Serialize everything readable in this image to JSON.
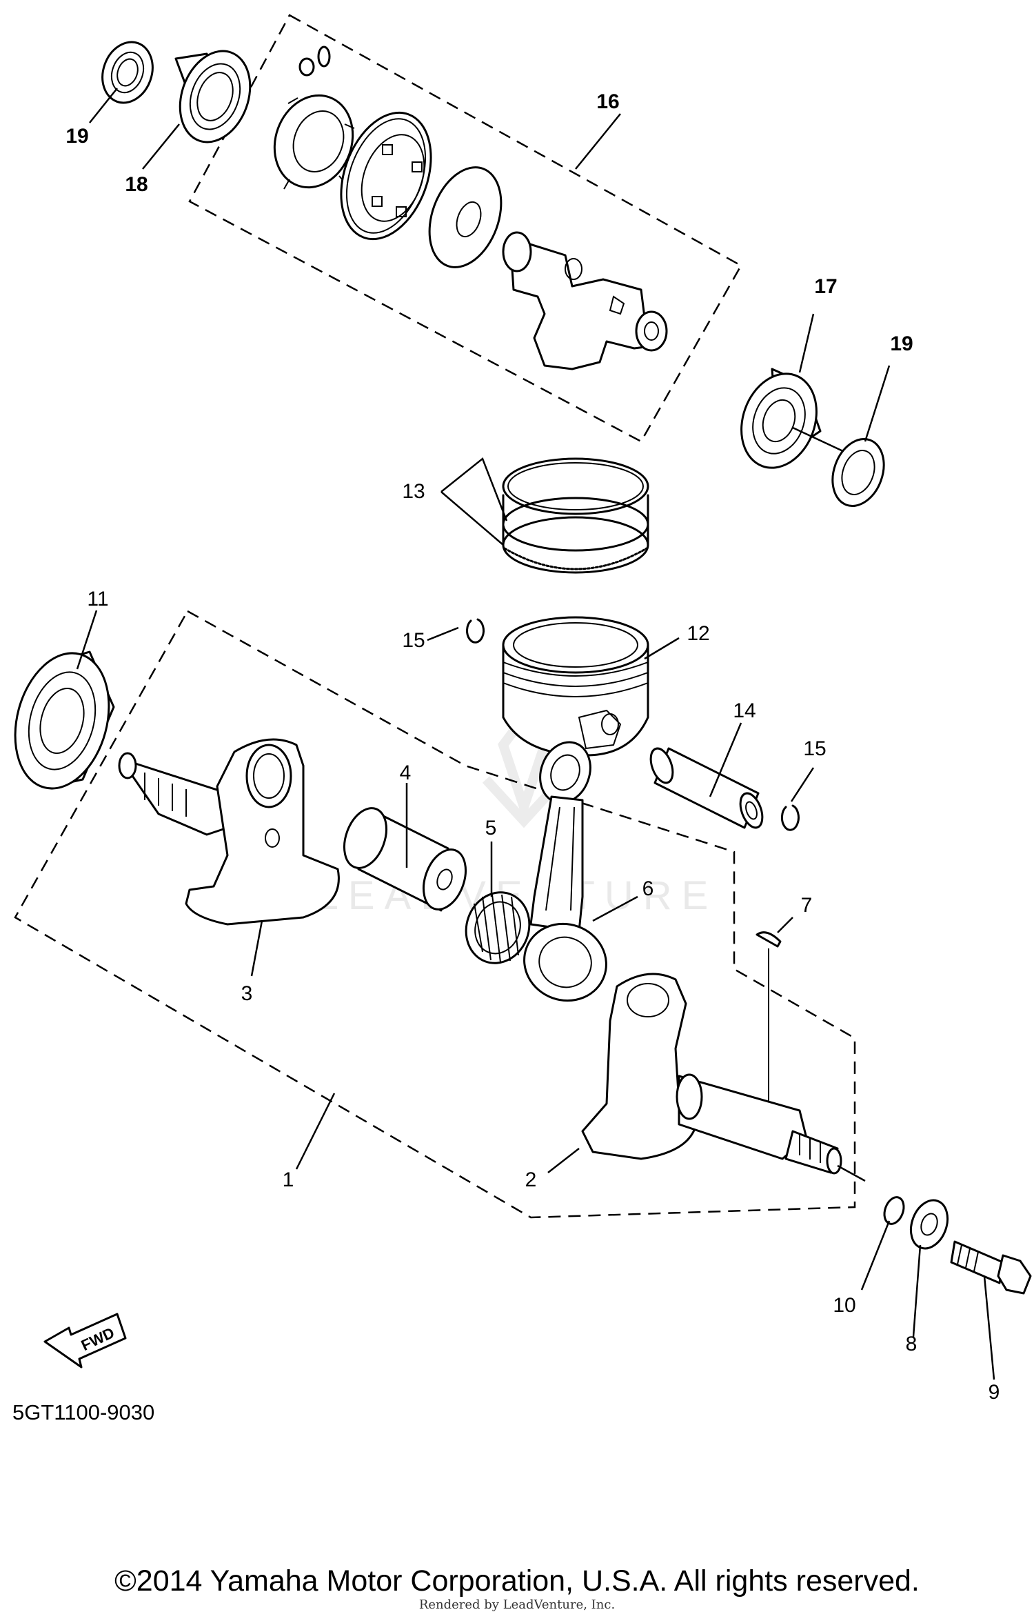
{
  "diagram": {
    "code": "5GT1100-9030",
    "fwd_label": "FWD",
    "watermark": "LEADVENTURE",
    "callouts": [
      {
        "id": "c1",
        "label": "1"
      },
      {
        "id": "c2",
        "label": "2"
      },
      {
        "id": "c3",
        "label": "3"
      },
      {
        "id": "c4",
        "label": "4"
      },
      {
        "id": "c5",
        "label": "5"
      },
      {
        "id": "c6",
        "label": "6"
      },
      {
        "id": "c7",
        "label": "7"
      },
      {
        "id": "c8",
        "label": "8"
      },
      {
        "id": "c9",
        "label": "9"
      },
      {
        "id": "c10",
        "label": "10"
      },
      {
        "id": "c11",
        "label": "11"
      },
      {
        "id": "c12",
        "label": "12"
      },
      {
        "id": "c13",
        "label": "13"
      },
      {
        "id": "c14",
        "label": "14"
      },
      {
        "id": "c15a",
        "label": "15"
      },
      {
        "id": "c15b",
        "label": "15"
      },
      {
        "id": "c16",
        "label": "16"
      },
      {
        "id": "c17",
        "label": "17"
      },
      {
        "id": "c18",
        "label": "18"
      },
      {
        "id": "c19a",
        "label": "19"
      },
      {
        "id": "c19b",
        "label": "19"
      }
    ]
  },
  "footer": {
    "copyright": "©2014 Yamaha Motor Corporation, U.S.A. All rights reserved.",
    "rendered_by": "Rendered by LeadVenture, Inc."
  }
}
